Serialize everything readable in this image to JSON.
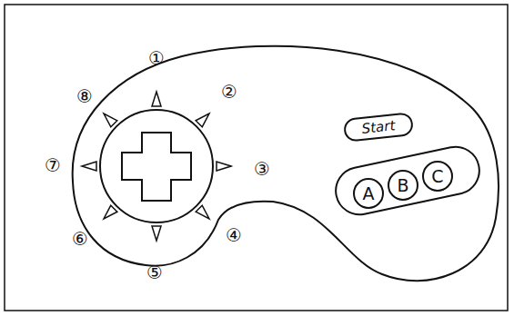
{
  "diagram": {
    "nodes": [
      {
        "text": [
          "Start"
        ]
      },
      {
        "text": [
          "A"
        ]
      },
      {
        "text": [
          "B"
        ]
      },
      {
        "text": [
          "C"
        ]
      }
    ],
    "labels": [
      "①",
      "②",
      "③",
      "④",
      "⑤",
      "⑥",
      "⑦",
      "⑧"
    ]
  }
}
